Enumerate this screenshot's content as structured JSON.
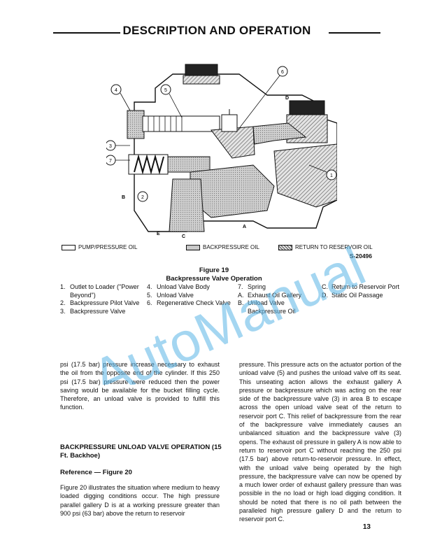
{
  "header": {
    "title": "DESCRIPTION AND OPERATION"
  },
  "figure": {
    "callouts": [
      "1",
      "2",
      "3",
      "4",
      "5",
      "6",
      "7"
    ],
    "letters": [
      "A",
      "B",
      "C",
      "D",
      "E"
    ],
    "legend": [
      {
        "label": "PUMP/PRESSURE OIL",
        "pattern": "plain"
      },
      {
        "label": "BACKPRESSURE OIL",
        "pattern": "dots"
      },
      {
        "label": "RETURN TO RESERVOIR OIL",
        "pattern": "hatch"
      }
    ],
    "code": "S-20496",
    "caption_number": "Figure 19",
    "caption_title": "Backpressure Valve Operation"
  },
  "key": {
    "col1": [
      {
        "n": "1.",
        "t": "Outlet to Loader (\"Power Beyond\")"
      },
      {
        "n": "2.",
        "t": "Backpressure Pilot Valve"
      },
      {
        "n": "3.",
        "t": "Backpressure Valve"
      }
    ],
    "col2": [
      {
        "n": "4.",
        "t": "Unload Valve Body"
      },
      {
        "n": "5.",
        "t": "Unload Valve"
      },
      {
        "n": "6.",
        "t": "Regenerative Check Valve"
      }
    ],
    "col3": [
      {
        "n": "7.",
        "t": "Spring"
      },
      {
        "n": "A.",
        "t": "Exhaust Oil Gallery"
      },
      {
        "n": "B.",
        "t": "Unload Valve Backpressure Oil"
      }
    ],
    "col4": [
      {
        "n": "C.",
        "t": "Return to Reservoir Port"
      },
      {
        "n": "D.",
        "t": "Static Oil Passage"
      }
    ]
  },
  "text": {
    "col1_top": "psi (17.5 bar) pressure increase necessary to exhaust the oil from the opposite end of the cylinder. If this 250 psi (17.5 bar) pressure were reduced then the power saving would be available for the bucket filling cycle. Therefore, an unload valve is provided to fulfill this function.",
    "section_heading": "BACKPRESSURE UNLOAD VALVE OPERATION (15 Ft. Backhoe)",
    "reference": "Reference — Figure 20",
    "col1_bottom": "Figure 20 illustrates the situation where medium to heavy loaded digging conditions occur. The high pressure parallel gallery D is at a working pressure greater than 900 psi (63 bar) above the return to reservoir",
    "col2": "pressure. This pressure acts on the actuator portion of the unload valve (5) and pushes the unload valve off its seat. This unseating action allows the exhaust gallery A pressure or backpressure which was acting on the rear side of the backpressure valve (3) in area B to escape across the open unload valve seat of the return to reservoir port C. This relief of backpressure from the rear of the backpressure valve immediately causes an unbalanced situation and the backpressure valve (3) opens. The exhaust oil pressure in gallery A is now able to return to reservoir port C without reaching the 250 psi (17.5 bar) above return-to-reservoir pressure. In effect, with the unload valve being operated by the high pressure, the backpressure valve can now be opened by a much lower order of exhaust gallery pressure than was possible in the no load or high load digging condition. It should be noted that there is no oil path between the paralleled high pressure gallery D and the return to reservoir port C."
  },
  "page_number": "13",
  "watermark": {
    "text": "AutoManual",
    "color": "#5ab4e6"
  }
}
